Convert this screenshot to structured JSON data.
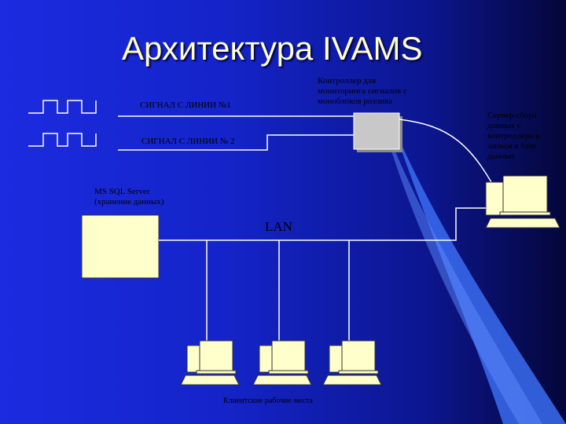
{
  "slide": {
    "title": "Архитектура IVAMS",
    "signal_line_1": "СИГНАЛ С ЛИНИИ №1",
    "signal_line_2": "СИГНАЛ С ЛИНИИ № 2",
    "controller_label": "Контроллер для мониторинга сигналов с моноблоков розлива",
    "server_label": "Сервер сбора данных с контроллера и записи в базу данных",
    "sql_server_label_line1": "MS SQL Server",
    "sql_server_label_line2": "(хранение данных)",
    "lan_label": "LAN",
    "workstations_label": "Клиентские рабочие места"
  },
  "colors": {
    "background": "#1424c8",
    "title": "#ffffcc",
    "device_fill": "#ffffcc",
    "controller_fill": "#c0c0c0",
    "line": "#ffffff",
    "accent_curve": "#3a6cf0"
  }
}
